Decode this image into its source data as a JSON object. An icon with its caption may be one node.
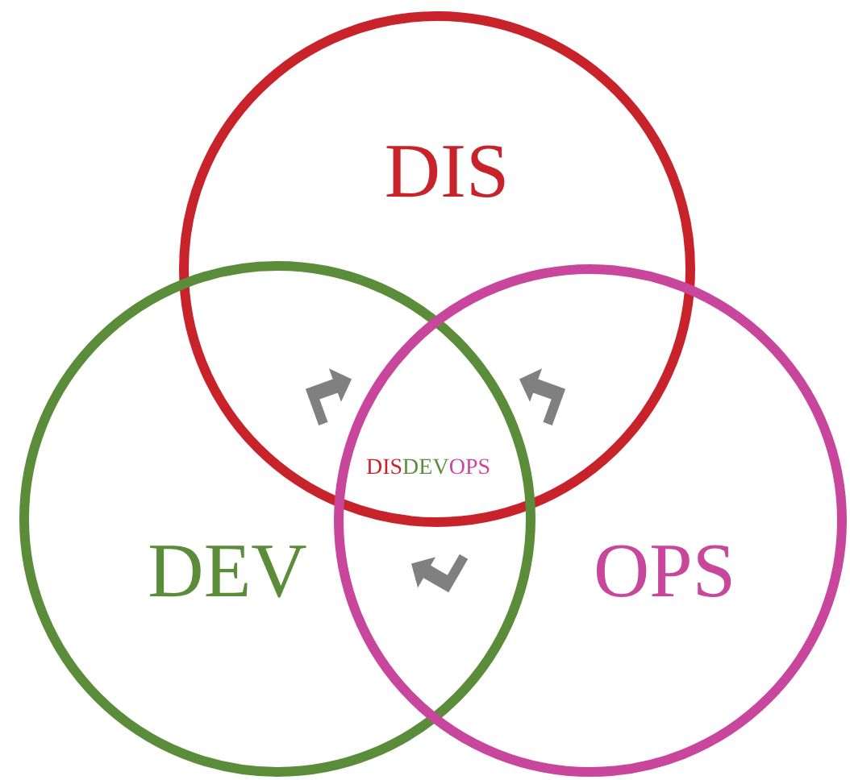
{
  "diagram": {
    "nodes": [
      {
        "text": [
          "DIS"
        ]
      },
      {
        "text": [
          "DEV"
        ]
      },
      {
        "text": [
          "OPS"
        ]
      }
    ],
    "labels": [
      "DISDEVOPS"
    ]
  }
}
